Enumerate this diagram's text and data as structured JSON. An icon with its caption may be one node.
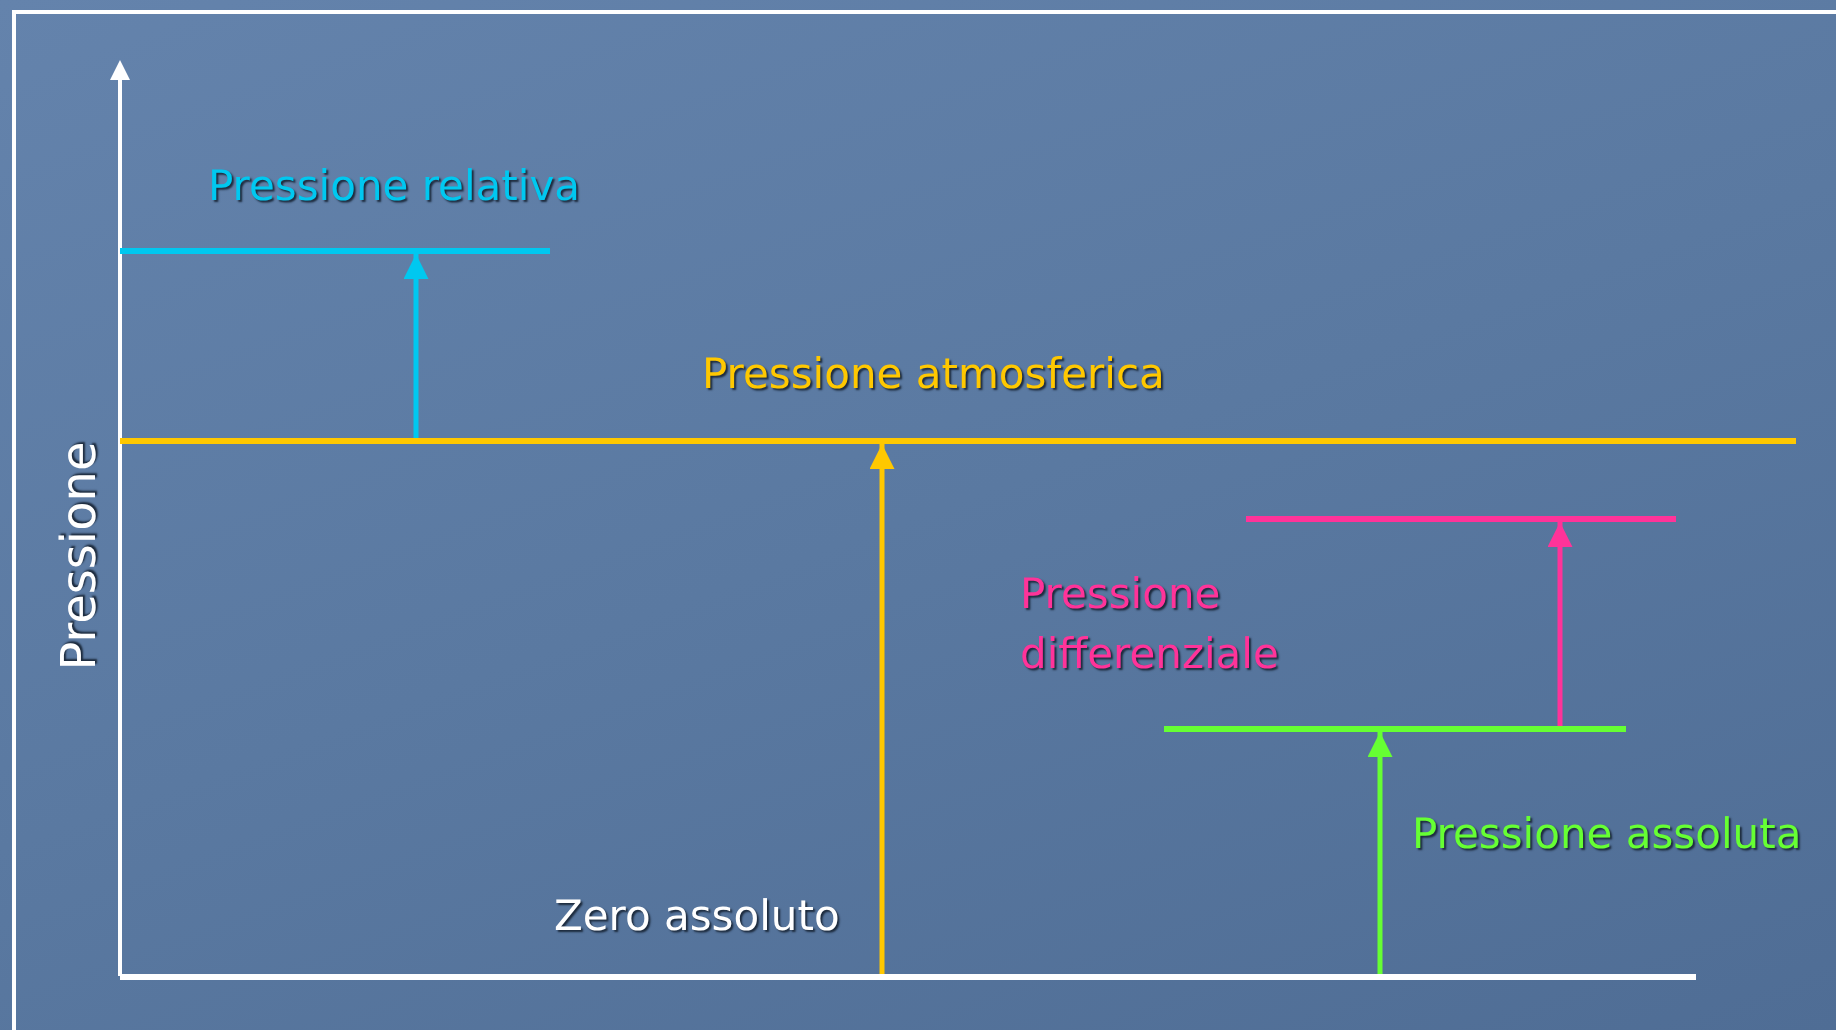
{
  "diagram": {
    "nodes": [
      {
        "text": [],
        "shape": "bar"
      },
      {
        "text": [],
        "shape": "bar"
      },
      {
        "text": [],
        "shape": "bar"
      },
      {
        "text": [],
        "shape": "bar"
      },
      {
        "text": [],
        "shape": "bar"
      }
    ],
    "edges": [
      {
        "from": 1,
        "to": 0,
        "arrow": "to",
        "color": "#00c8f0"
      },
      {
        "from": 4,
        "to": 1,
        "arrow": "to",
        "color": "#ffc800"
      },
      {
        "from": 4,
        "to": 3,
        "arrow": "to",
        "color": "#66ff33"
      },
      {
        "from": 3,
        "to": 2,
        "arrow": "to",
        "color": "#ff3399"
      }
    ],
    "labels": [
      "Pressione relativa",
      "Pressione atmosferica",
      "Pressione",
      "Pressione differenziale",
      "Pressione assoluta",
      "Zero assoluto"
    ]
  }
}
